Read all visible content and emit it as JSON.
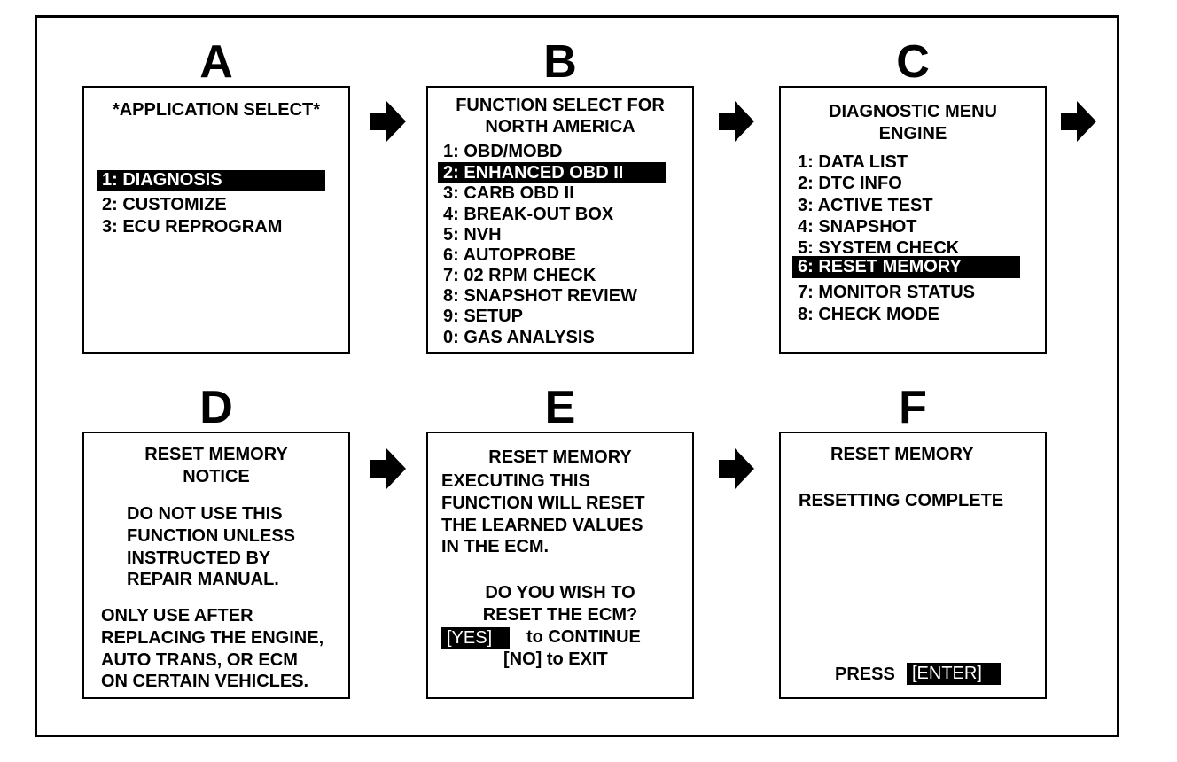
{
  "panels": {
    "a": {
      "letter": "A",
      "title": "*APPLICATION SELECT*",
      "items": [
        "1: DIAGNOSIS",
        "2:  CUSTOMIZE",
        "3:  ECU REPROGRAM"
      ]
    },
    "b": {
      "letter": "B",
      "title_lines": [
        "FUNCTION SELECT FOR",
        "NORTH AMERICA"
      ],
      "items": [
        "1:  OBD/MOBD",
        "2:  ENHANCED OBD II",
        "3:  CARB OBD II",
        "4:  BREAK-OUT BOX",
        "5:  NVH",
        "6:  AUTOPROBE",
        "7:  02 RPM CHECK",
        "8:  SNAPSHOT REVIEW",
        "9:  SETUP",
        "0:  GAS ANALYSIS"
      ]
    },
    "c": {
      "letter": "C",
      "title_lines": [
        "DIAGNOSTIC MENU",
        "ENGINE"
      ],
      "items": [
        "1:  DATA LIST",
        "2:  DTC INFO",
        "3:  ACTIVE TEST",
        "4:  SNAPSHOT",
        "5:  SYSTEM CHECK",
        "6:  RESET MEMORY",
        "7:  MONITOR STATUS",
        "8:  CHECK MODE"
      ]
    },
    "d": {
      "letter": "D",
      "title_lines": [
        "RESET MEMORY",
        "NOTICE"
      ],
      "notice_lines": [
        "DO NOT USE THIS",
        "FUNCTION UNLESS",
        "INSTRUCTED BY",
        "REPAIR MANUAL."
      ],
      "info_lines": [
        "ONLY USE AFTER",
        "REPLACING THE ENGINE,",
        "AUTO TRANS, OR ECM",
        "ON CERTAIN VEHICLES."
      ]
    },
    "e": {
      "letter": "E",
      "title": "RESET MEMORY",
      "body_lines": [
        "EXECUTING THIS",
        "FUNCTION WILL RESET",
        "THE LEARNED VALUES",
        "IN THE ECM."
      ],
      "question_lines": [
        "DO YOU WISH TO",
        "RESET THE ECM?"
      ],
      "yes_key": "[YES]",
      "yes_text": "to CONTINUE",
      "no_line": "[NO] to EXIT"
    },
    "f": {
      "letter": "F",
      "title": "RESET MEMORY",
      "status": "RESETTING COMPLETE",
      "press_label": "PRESS",
      "enter_key": "[ENTER]"
    }
  },
  "colors": {
    "ink": "#000000",
    "paper": "#ffffff"
  },
  "icons": {
    "flow_arrow": "right-arrow-icon"
  }
}
